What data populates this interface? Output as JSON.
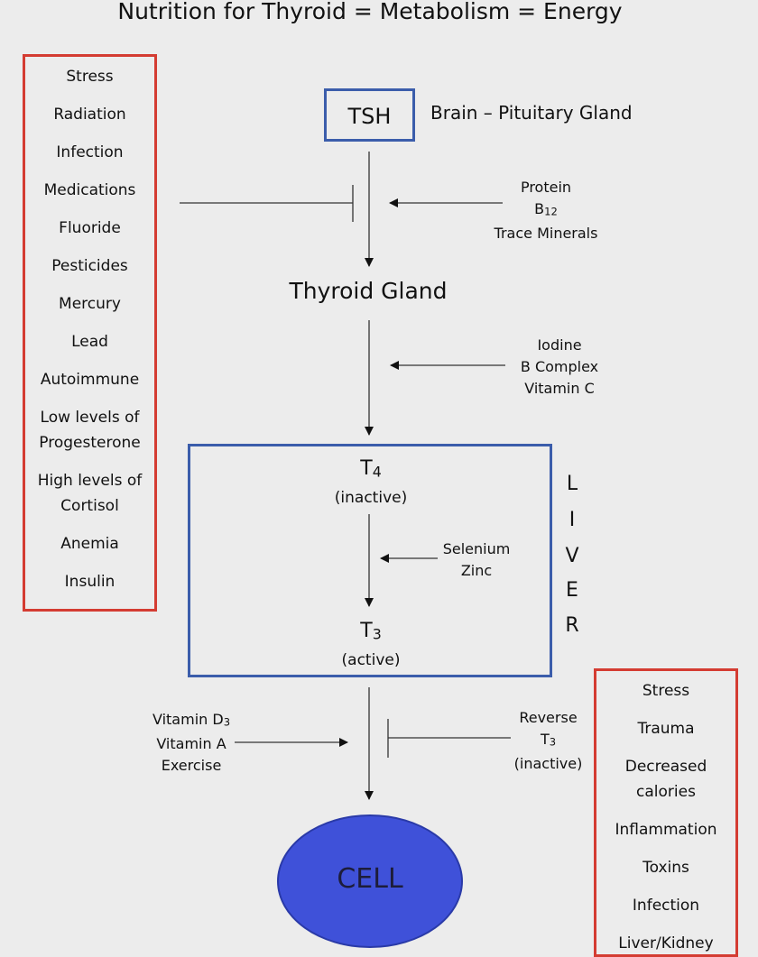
{
  "title": "Nutrition for Thyroid = Metabolism = Energy",
  "left_box": {
    "items": [
      "Stress",
      "Radiation",
      "Infection",
      "Medications",
      "Fluoride",
      "Pesticides",
      "Mercury",
      "Lead",
      "Autoimmune",
      "Low levels of",
      "Progesterone",
      "High levels of",
      "Cortisol",
      "Anemia",
      "Insulin"
    ]
  },
  "tsh": {
    "label": "TSH",
    "desc": "Brain – Pituitary Gland"
  },
  "nutrients_1": {
    "line1": "Protein",
    "line2_main": "B",
    "line2_sub": "12",
    "line3": "Trace Minerals"
  },
  "thyroid_gland": {
    "label": "Thyroid Gland"
  },
  "nutrients_2": {
    "line1": "Iodine",
    "line2": "B Complex",
    "line3": "Vitamin C"
  },
  "t4": {
    "main": "T",
    "sub": "4",
    "state": "(inactive)"
  },
  "nutrients_3": {
    "line1": "Selenium",
    "line2": "Zinc"
  },
  "t3": {
    "main": "T",
    "sub": "3",
    "state": "(active)"
  },
  "liver": {
    "letters": [
      "L",
      "I",
      "V",
      "E",
      "R"
    ]
  },
  "nutrients_4": {
    "line1_main": "Vitamin D",
    "line1_sub": "3",
    "line2": "Vitamin A",
    "line3": "Exercise"
  },
  "reverse_t3": {
    "line1": "Reverse",
    "line2_main": "T",
    "line2_sub": "3",
    "line3": "(inactive)"
  },
  "cell": {
    "label": "CELL",
    "fill": "#3f51d9"
  },
  "right_box": {
    "items": [
      "Stress",
      "Trauma",
      "Decreased",
      "calories",
      "Inflammation",
      "Toxins",
      "Infection",
      "Liver/Kidney"
    ]
  },
  "colors": {
    "red_border": "#d43c32",
    "blue_border": "#3b5dab",
    "background": "#ececec"
  }
}
